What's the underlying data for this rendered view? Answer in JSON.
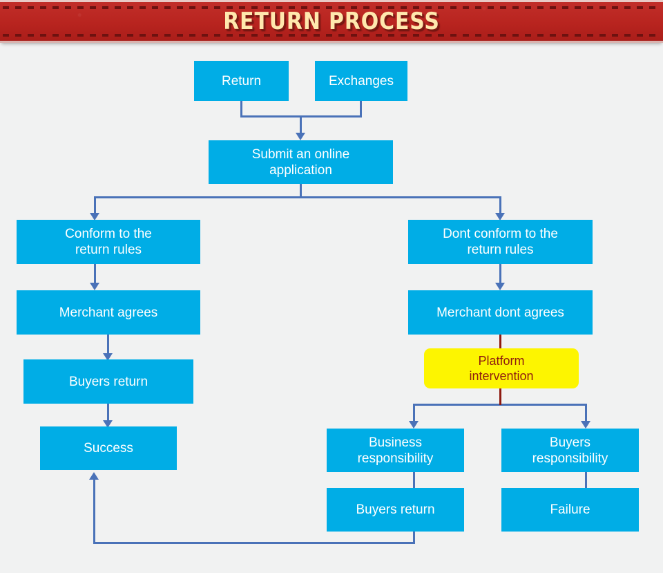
{
  "header": {
    "title": "RETURN PROCESS",
    "background_color": "#bd2a26",
    "title_color": "#ffe8ae",
    "stitch_color": "#6d1210"
  },
  "canvas": {
    "background_color": "#f1f2f2",
    "node_color": "#00ade6",
    "node_text_color": "#ffffff",
    "highlight_node_color": "#fdf500",
    "highlight_text_color": "#8d1a10",
    "connector_color": "#4a72b8",
    "highlight_connector_color": "#8d1a10"
  },
  "nodes": [
    {
      "id": "return",
      "label": "Return",
      "style": "blue"
    },
    {
      "id": "exchanges",
      "label": "Exchanges",
      "style": "blue"
    },
    {
      "id": "submit-application",
      "label": "Submit an online\napplication",
      "style": "blue"
    },
    {
      "id": "conform-rules",
      "label": "Conform to the\nreturn rules",
      "style": "blue"
    },
    {
      "id": "merchant-agrees",
      "label": "Merchant agrees",
      "style": "blue"
    },
    {
      "id": "buyers-return-left",
      "label": "Buyers return",
      "style": "blue"
    },
    {
      "id": "success",
      "label": "Success",
      "style": "blue"
    },
    {
      "id": "dont-conform-rules",
      "label": "Dont conform to the\nreturn rules",
      "style": "blue"
    },
    {
      "id": "merchant-dont-agrees",
      "label": "Merchant dont agrees",
      "style": "blue"
    },
    {
      "id": "platform-intervention",
      "label": "Platform\nintervention",
      "style": "yellow"
    },
    {
      "id": "business-responsibility",
      "label": "Business\nresponsibility",
      "style": "blue"
    },
    {
      "id": "buyers-responsibility",
      "label": "Buyers\nresponsibility",
      "style": "blue"
    },
    {
      "id": "buyers-return-right",
      "label": "Buyers return",
      "style": "blue"
    },
    {
      "id": "failure",
      "label": "Failure",
      "style": "blue"
    }
  ],
  "edges": [
    {
      "from": "return",
      "to": "submit-application"
    },
    {
      "from": "exchanges",
      "to": "submit-application"
    },
    {
      "from": "submit-application",
      "to": "conform-rules"
    },
    {
      "from": "submit-application",
      "to": "dont-conform-rules"
    },
    {
      "from": "conform-rules",
      "to": "merchant-agrees"
    },
    {
      "from": "merchant-agrees",
      "to": "buyers-return-left"
    },
    {
      "from": "buyers-return-left",
      "to": "success"
    },
    {
      "from": "dont-conform-rules",
      "to": "merchant-dont-agrees"
    },
    {
      "from": "merchant-dont-agrees",
      "to": "platform-intervention"
    },
    {
      "from": "platform-intervention",
      "to": "business-responsibility"
    },
    {
      "from": "platform-intervention",
      "to": "buyers-responsibility"
    },
    {
      "from": "business-responsibility",
      "to": "buyers-return-right"
    },
    {
      "from": "buyers-responsibility",
      "to": "failure"
    },
    {
      "from": "buyers-return-right",
      "to": "success"
    }
  ]
}
